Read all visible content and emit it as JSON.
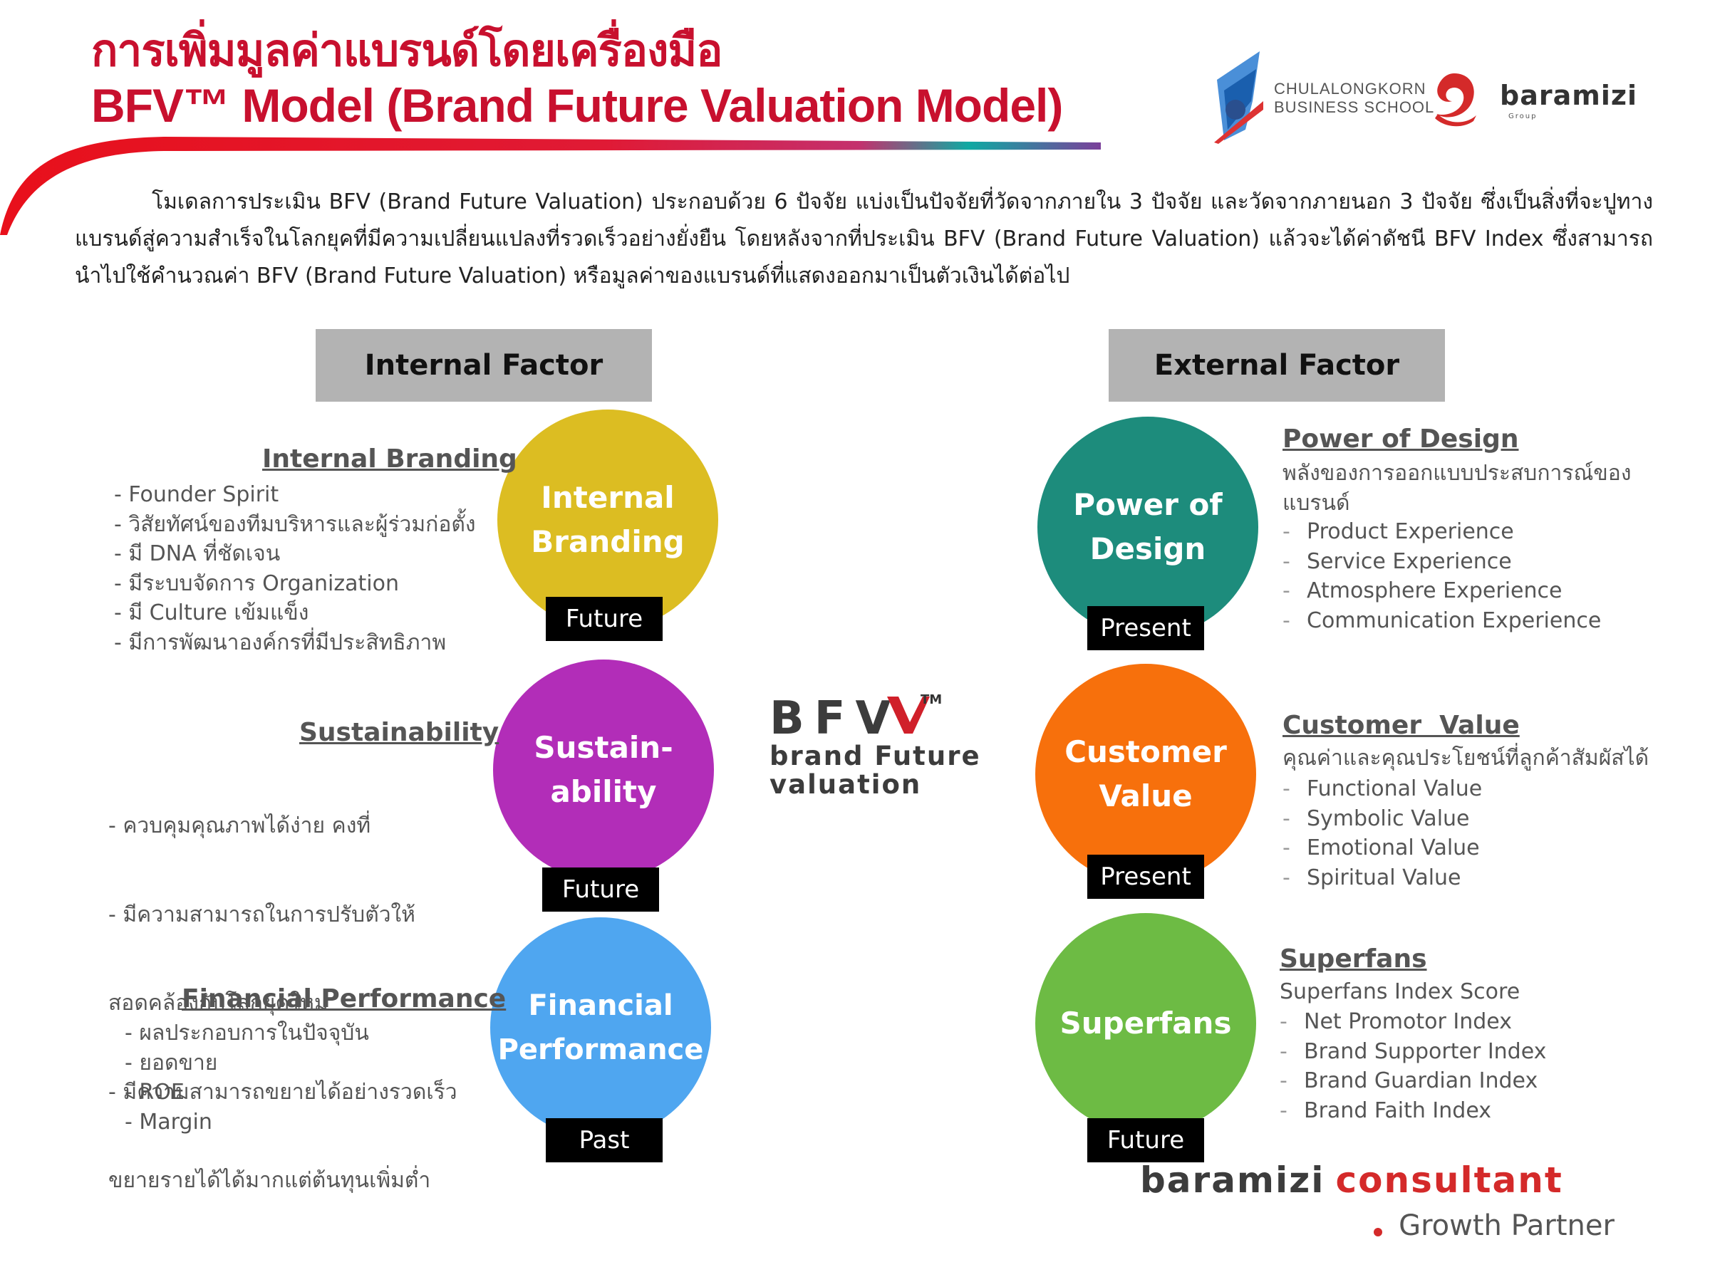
{
  "title": {
    "line1": "การเพิ่มมูลค่าแบรนด์โดยเครื่องมือ",
    "line2": "BFV™ Model (Brand Future Valuation Model)"
  },
  "logos": {
    "chula": {
      "line1": "CHULALONGKORN",
      "line2": "BUSINESS SCHOOL"
    },
    "baramizi": {
      "name": "baramizi",
      "sub": "Group"
    }
  },
  "intro": "โมเดลการประเมิน BFV (Brand Future Valuation) ประกอบด้วย 6 ปัจจัย แบ่งเป็นปัจจัยที่วัดจากภายใน 3 ปัจจัย และวัดจากภายนอก 3 ปัจจัย ซึ่งเป็นสิ่งที่จะปูทางแบรนด์สู่ความสำเร็จในโลกยุคที่มีความเปลี่ยนแปลงที่รวดเร็วอย่างยั่งยืน โดยหลังจากที่ประเมิน BFV (Brand Future Valuation) แล้วจะได้ค่าดัชนี BFV Index ซึ่งสามารถนำไปใช้คำนวณค่า BFV (Brand Future Valuation) หรือมูลค่าของแบรนด์ที่แสดงออกมาเป็นตัวเงินได้ต่อไป",
  "internal": {
    "header": "Internal Factor",
    "items": [
      {
        "title": "Internal Branding",
        "circle_line1": "Internal",
        "circle_line2": "Branding",
        "tag": "Future",
        "color": "#dcbd22",
        "list": [
          "- Founder Spirit",
          "- วิสัยทัศน์ของทีมบริหารและผู้ร่วมก่อตั้ง",
          "- มี DNA ที่ชัดเจน",
          "- มีระบบจัดการ Organization",
          "- มี Culture เข้มแข็ง",
          "- มีการพัฒนาองค์กรที่มีประสิทธิภาพ"
        ]
      },
      {
        "title": "Sustainability",
        "circle_line1": "Sustain-",
        "circle_line2": "ability",
        "tag": "Future",
        "color": "#b22db8",
        "list": [
          "  - ควบคุมคุณภาพได้ง่าย คงที่",
          "  - มีความสามารถในการปรับตัวให้",
          "สอดคล้องกับโลกยุคใหม่",
          "  - มีความสามารถขยายได้อย่างรวดเร็ว",
          "ขยายรายได้ได้มากแต่ต้นทุนเพิ่มต่ำ"
        ]
      },
      {
        "title": "Financial Performance",
        "circle_line1": "Financial",
        "circle_line2": "Performance",
        "tag": "Past",
        "color": "#4fa6f0",
        "list": [
          "- ผลประกอบการในปัจจุบัน",
          "- ยอดขาย",
          "- ROE",
          "- Margin"
        ]
      }
    ]
  },
  "external": {
    "header": "External Factor",
    "items": [
      {
        "title": "Power of Design",
        "circle_line1": "Power of",
        "circle_line2": "Design",
        "tag": "Present",
        "color": "#1d8c7c",
        "sub1": "พลังของการออกแบบประสบการณ์ของ",
        "sub2": "แบรนด์",
        "list": [
          "Product Experience",
          "Service Experience",
          "Atmosphere Experience",
          "Communication Experience"
        ]
      },
      {
        "title": "Customer  Value",
        "circle_line1": "Customer",
        "circle_line2": "Value",
        "tag": "Present",
        "color": "#f7700c",
        "sub1": "คุณค่าและคุณประโยชน์ที่ลูกค้าสัมผัสได้",
        "list": [
          "Functional Value",
          "Symbolic Value",
          "Emotional Value",
          "Spiritual Value"
        ]
      },
      {
        "title": "Superfans",
        "circle_line1": "Superfans",
        "tag": "Future",
        "color": "#6dbb44",
        "sub1": "Superfans Index Score",
        "list": [
          "Net Promotor Index",
          "Brand Supporter Index",
          "Brand Guardian Index",
          "Brand Faith Index"
        ]
      }
    ]
  },
  "bfv_logo": {
    "mark": "BFV",
    "tm": "TM",
    "line1": "brand Future",
    "line2": "valuation"
  },
  "footer": {
    "brand1": "baramizi",
    "brand2": "consultant",
    "tagline": "Growth Partner"
  },
  "colors": {
    "title_red": "#c8102e"
  }
}
